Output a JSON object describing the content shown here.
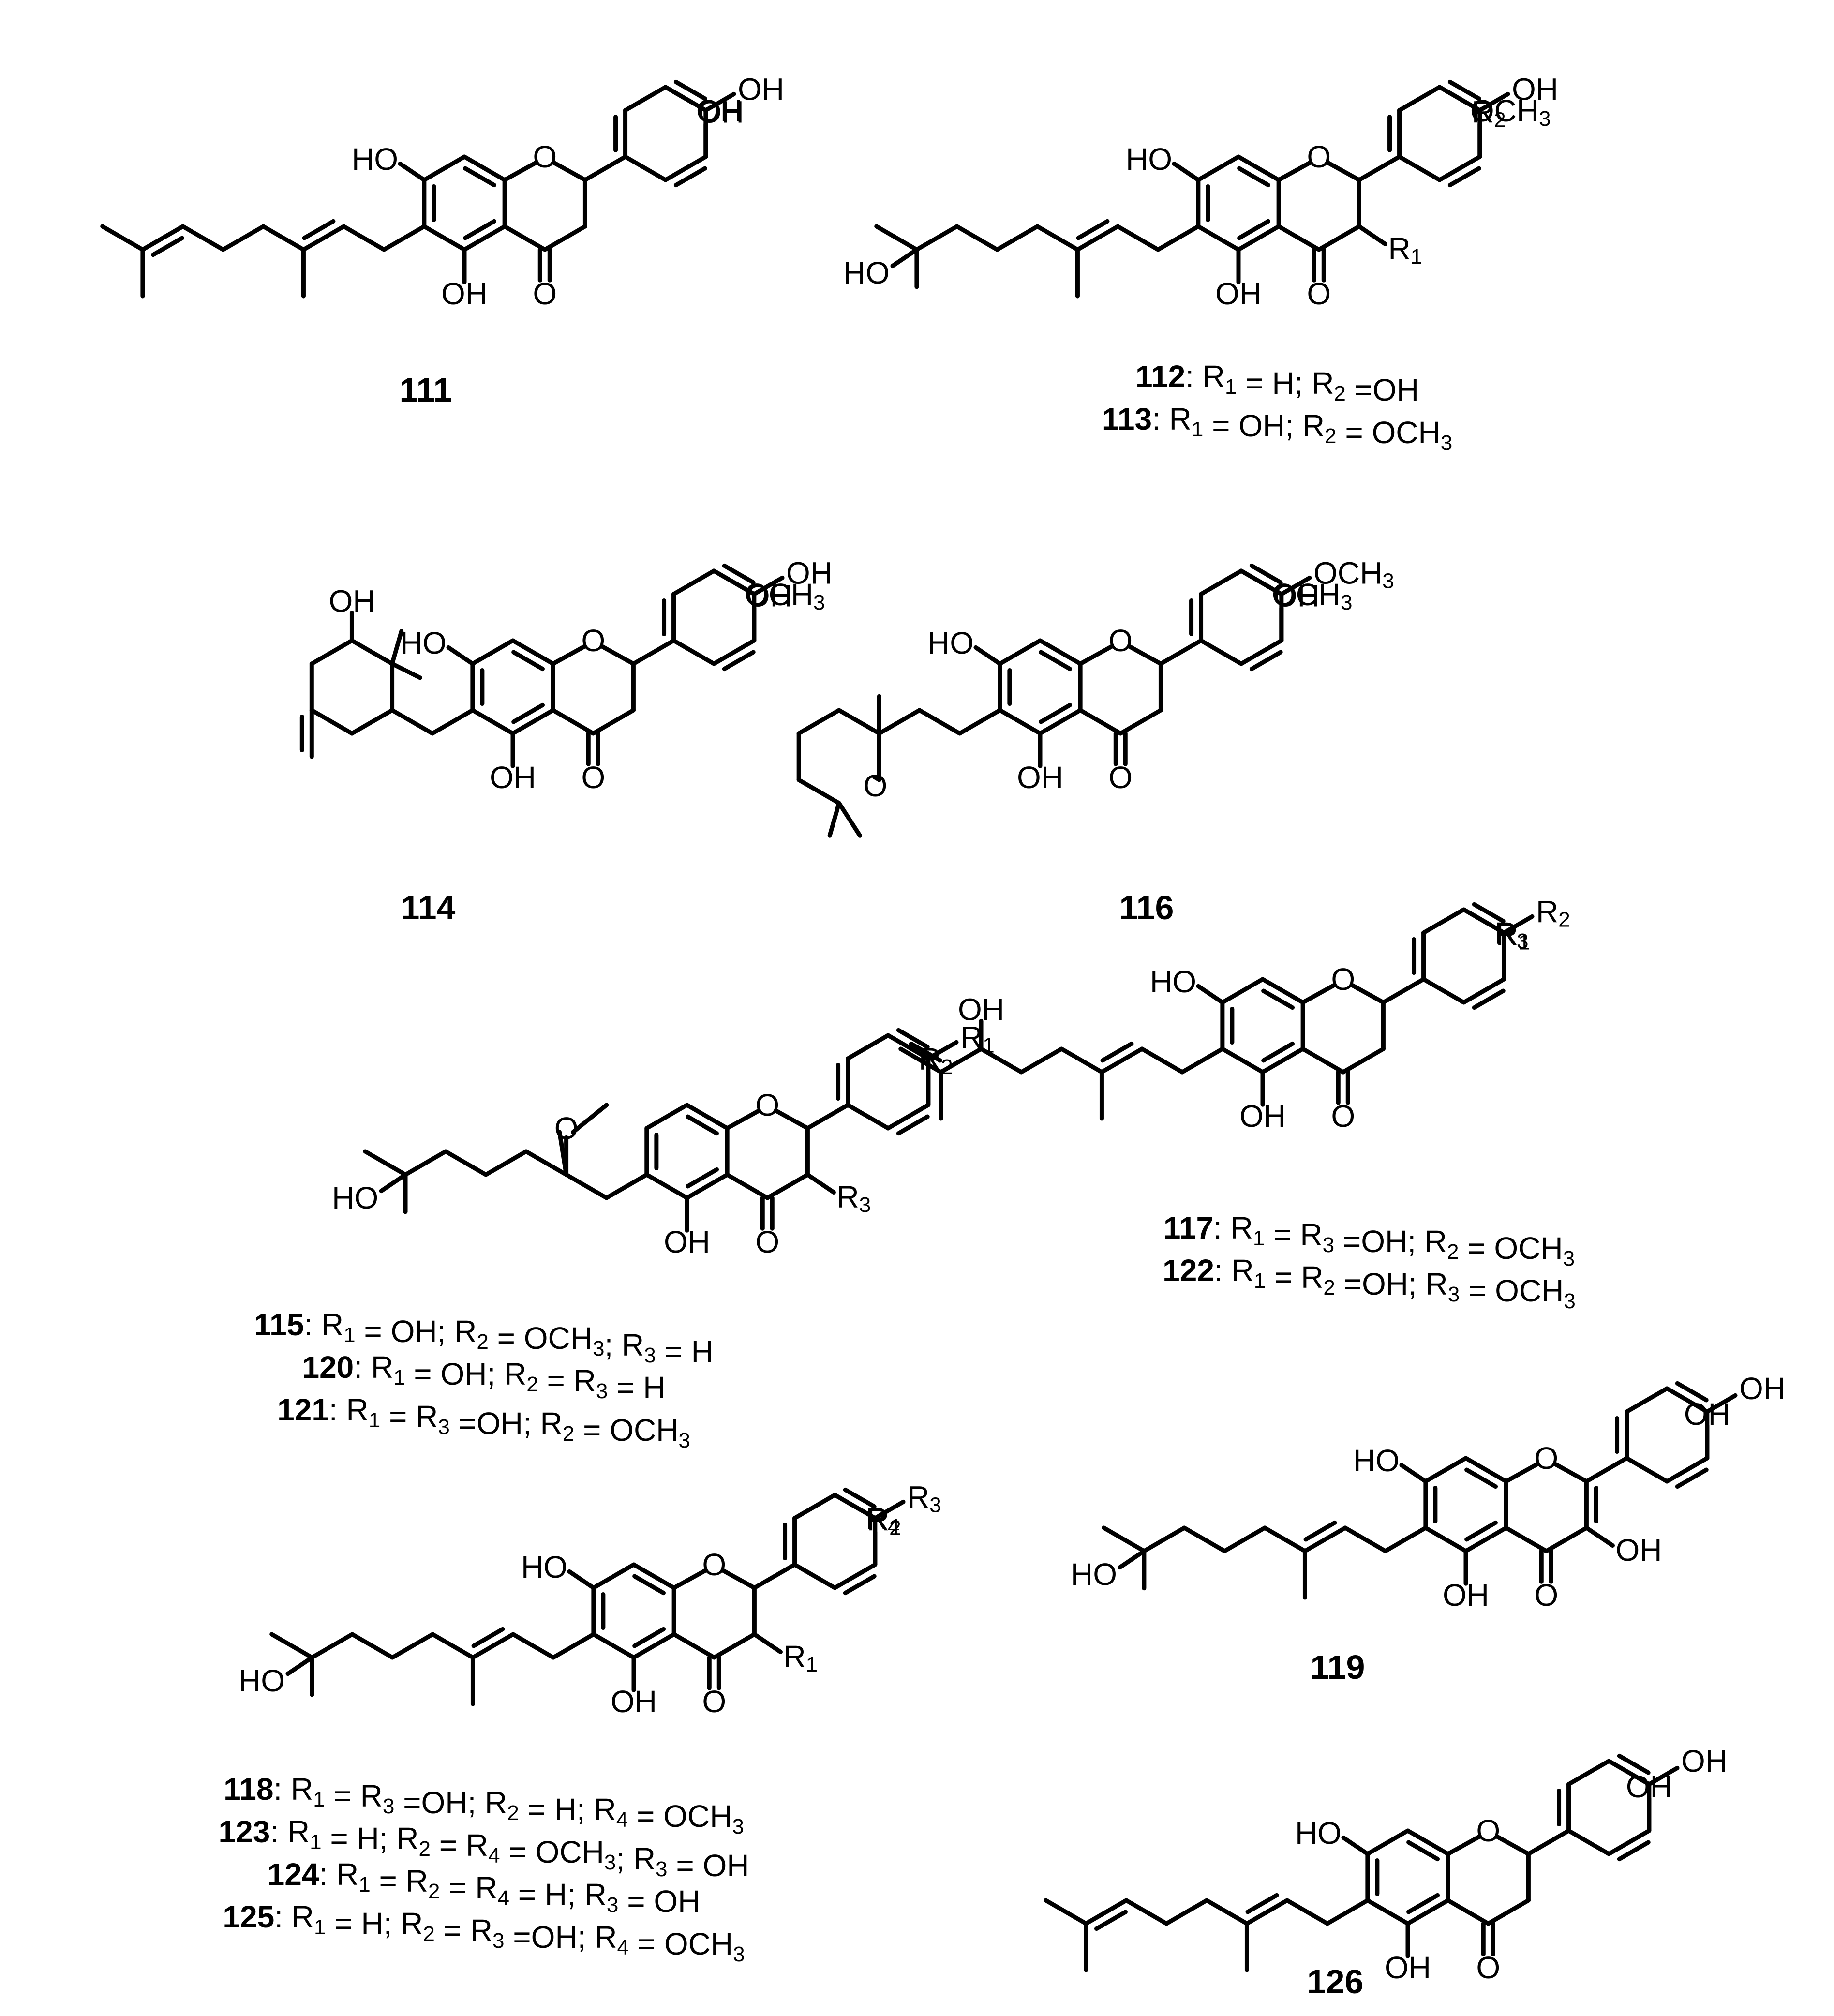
{
  "figure": {
    "background": "#ffffff",
    "ink": "#000000"
  },
  "compounds": [
    {
      "id": "111",
      "label": "111",
      "defs": []
    },
    {
      "id": "112",
      "label": "112",
      "defs": [
        {
          "num": "112",
          "text": "R1 = H; R2 =OH"
        },
        {
          "num": "113",
          "text": "R1 = OH; R2 = OCH3"
        }
      ]
    },
    {
      "id": "114",
      "label": "114",
      "defs": []
    },
    {
      "id": "116",
      "label": "116",
      "defs": []
    },
    {
      "id": "115",
      "label": "",
      "defs": [
        {
          "num": "115",
          "text": "R1 = OH; R2 = OCH3; R3 = H"
        },
        {
          "num": "120",
          "text": "R1 = OH; R2 = R3 = H"
        },
        {
          "num": "121",
          "text": "R1 = R3 =OH; R2 = OCH3"
        }
      ]
    },
    {
      "id": "117",
      "label": "",
      "defs": [
        {
          "num": "117",
          "text": "R1 = R3 =OH; R2 = OCH3"
        },
        {
          "num": "122",
          "text": "R1 = R2 =OH; R3 = OCH3"
        }
      ]
    },
    {
      "id": "119",
      "label": "119",
      "defs": []
    },
    {
      "id": "118",
      "label": "",
      "defs": [
        {
          "num": "118",
          "text": "R1 = R3 =OH; R2 = H; R4 = OCH3"
        },
        {
          "num": "123",
          "text": "R1 = H; R2 = R4 = OCH3; R3 = OH"
        },
        {
          "num": "124",
          "text": "R1 = R2 = R4 = H; R3 = OH"
        },
        {
          "num": "125",
          "text": "R1 = H; R2 = R3 =OH; R4 = OCH3"
        }
      ]
    },
    {
      "id": "126",
      "label": "126",
      "defs": []
    }
  ],
  "atom_labels": {
    "OH": "OH",
    "HO": "HO",
    "O": "O",
    "OCH3": "OCH3",
    "R1": "R1",
    "R2": "R2",
    "R3": "R3",
    "R4": "R4"
  }
}
